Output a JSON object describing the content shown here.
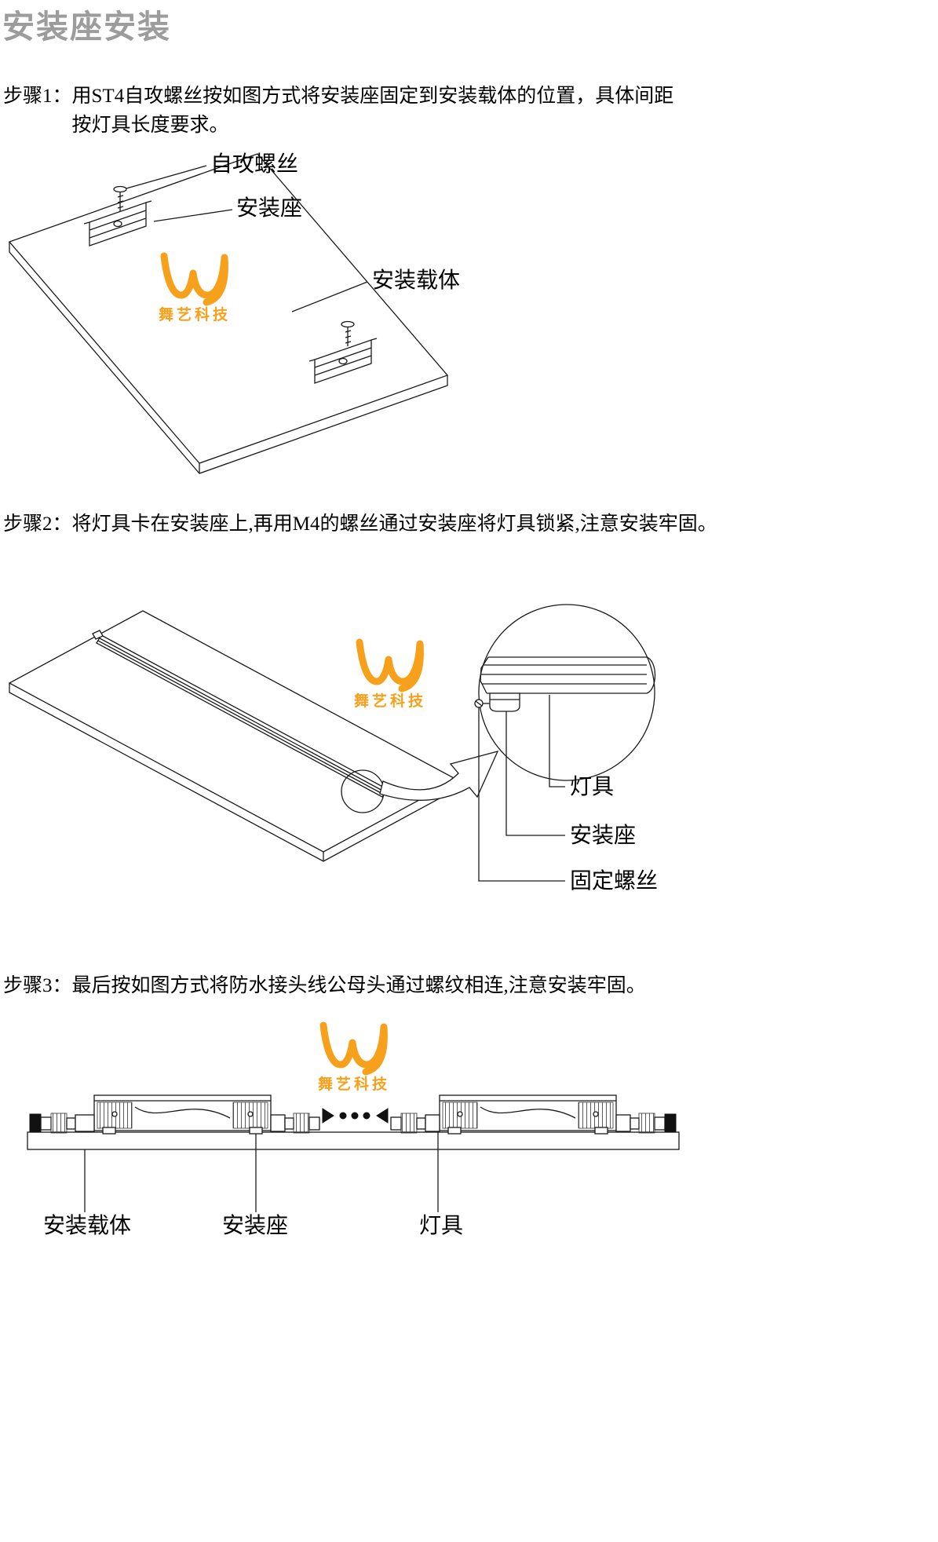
{
  "page": {
    "title": "安装座安装",
    "background": "#ffffff"
  },
  "logo": {
    "mark": "WJ",
    "caption": "舞艺科技",
    "color": "#F6A01B"
  },
  "steps": [
    {
      "label": "步骤1：",
      "line1": "用ST4自攻螺丝按如图方式将安装座固定到安装载体的位置，具体间距",
      "line2": "按灯具长度要求。",
      "callouts": {
        "screw": "自攻螺丝",
        "mount": "安装座",
        "carrier": "安装载体"
      }
    },
    {
      "label": "步骤2：",
      "line1": "将灯具卡在安装座上,再用M4的螺丝通过安装座将灯具锁紧,注意安装牢固。",
      "callouts": {
        "lamp": "灯具",
        "mount": "安装座",
        "screw": "固定螺丝"
      }
    },
    {
      "label": "步骤3：",
      "line1": "最后按如图方式将防水接头线公母头通过螺纹相连,注意安装牢固。",
      "callouts": {
        "carrier": "安装载体",
        "mount": "安装座",
        "lamp": "灯具"
      }
    }
  ]
}
